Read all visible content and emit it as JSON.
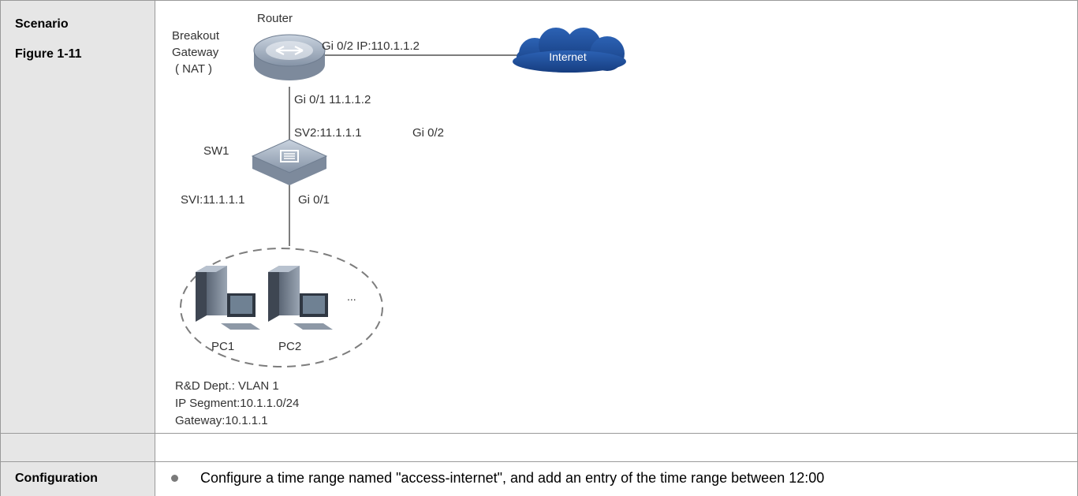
{
  "table": {
    "row1": {
      "title": "Scenario",
      "subtitle": "Figure 1-11"
    },
    "row3": {
      "title": "Configuration"
    }
  },
  "diagram": {
    "router": {
      "name": "Router",
      "label_lines": [
        "Breakout",
        "Gateway",
        "( NAT )"
      ]
    },
    "internet": {
      "label": "Internet"
    },
    "links": {
      "router_internet": "Gi 0/2 IP:110.1.1.2",
      "router_sw": "Gi 0/1 11.1.1.2",
      "sw_uplink_svi": "SV2:11.1.1.1",
      "sw_uplink_port": "Gi 0/2",
      "sw_downlink_svi": "SVI:11.1.1.1",
      "sw_downlink_port": "Gi 0/1"
    },
    "switch": {
      "name": "SW1"
    },
    "pcs": {
      "pc1": "PC1",
      "pc2": "PC2",
      "more": "..."
    },
    "notes": [
      "R&D Dept.: VLAN 1",
      "IP Segment:10.1.1.0/24",
      "Gateway:10.1.1.1"
    ]
  },
  "configuration": {
    "bullet_text": "Configure a time range named \"access-internet\", and add an entry of the time range between 12:00"
  },
  "colors": {
    "left_cell_bg": "#e6e6e6",
    "border": "#9a9a9a",
    "cloud": "#1f4e9a",
    "device": "#a9b6c6"
  }
}
